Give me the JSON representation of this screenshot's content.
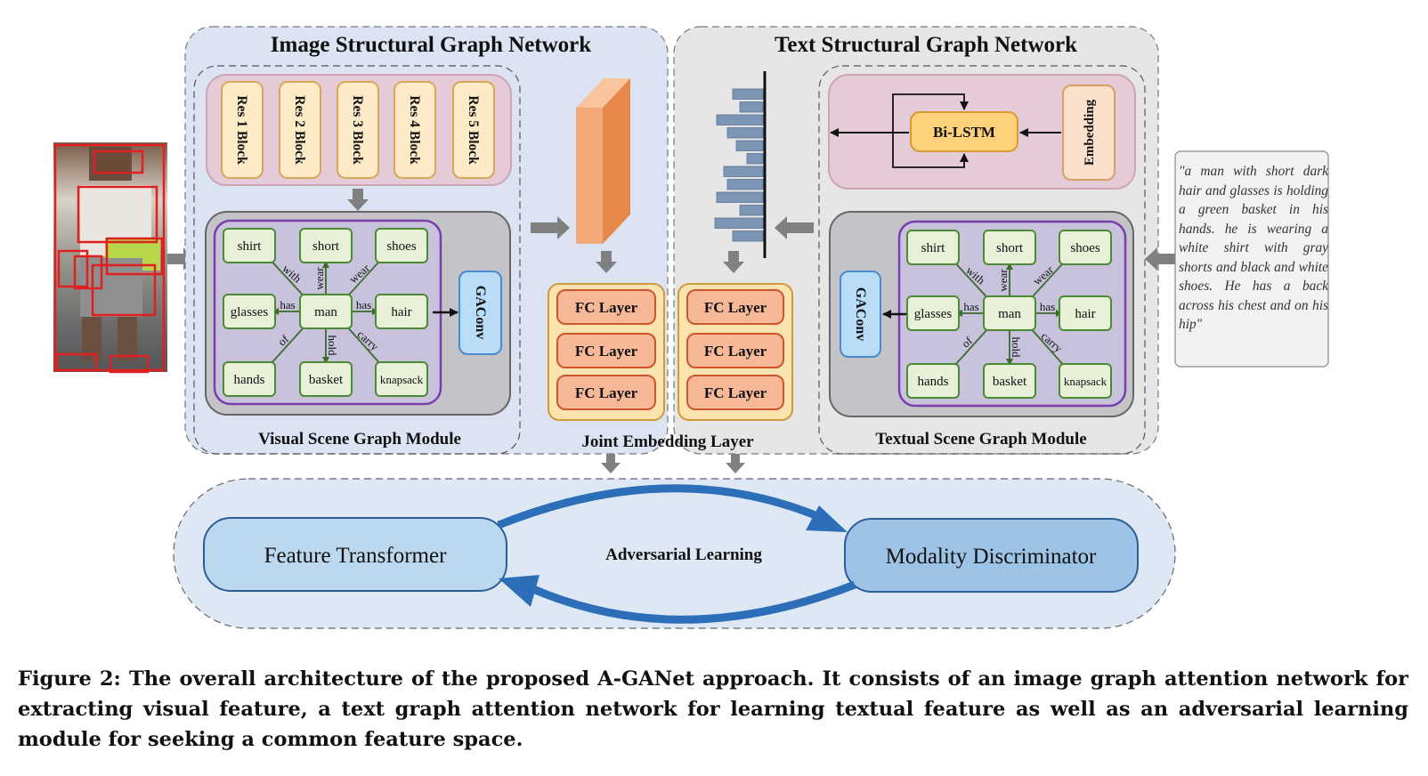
{
  "image_network": {
    "title": "Image Structural Graph Network",
    "res_blocks": [
      "Res 1 Block",
      "Res 2 Block",
      "Res 3 Block",
      "Res 4 Block",
      "Res 5 Block"
    ],
    "graph_nodes": [
      "shirt",
      "short",
      "shoes",
      "glasses",
      "man",
      "hair",
      "hands",
      "basket",
      "knapsack"
    ],
    "edge_labels": [
      "with",
      "wear",
      "wear",
      "has",
      "has",
      "of",
      "hold",
      "carry"
    ],
    "gaconv": "GAConv",
    "module_label": "Visual Scene Graph Module"
  },
  "text_network": {
    "title": "Text Structural Graph Network",
    "bilstm": "Bi-LSTM",
    "embedding": "Embedding",
    "graph_nodes": [
      "shirt",
      "short",
      "shoes",
      "glasses",
      "man",
      "hair",
      "hands",
      "basket",
      "knapsack"
    ],
    "edge_labels": [
      "with",
      "wear",
      "wear",
      "has",
      "has",
      "of",
      "hold",
      "carry"
    ],
    "gaconv": "GAConv",
    "module_label": "Textual Scene Graph Module"
  },
  "joint": {
    "fc_label": "FC Layer",
    "label": "Joint Embedding Layer"
  },
  "adversarial": {
    "left_box": "Feature Transformer",
    "center_label": "Adversarial Learning",
    "right_box": "Modality Discriminator"
  },
  "input_text": "\"a man with short dark hair and glasses is holding a green basket in his hands. he is wearing a white shirt with gray shorts and black and white shoes. He has a back across his chest and on his hip\"",
  "caption": "Figure 2: The overall architecture of the proposed A-GANet approach. It consists of an image graph attention network for extracting visual feature, a text graph attention network for learning textual feature as well as an adversarial learning module for seeking a common feature space.",
  "colors": {
    "image_panel": "#dce3f3",
    "text_panel": "#e6e6e6",
    "res_block": "#fdebc8",
    "graph_node": "#e8f0d8",
    "fc_layer": "#f6b896",
    "gaconv": "#b9dcf7",
    "arrow_blue": "#2c6fb8"
  }
}
